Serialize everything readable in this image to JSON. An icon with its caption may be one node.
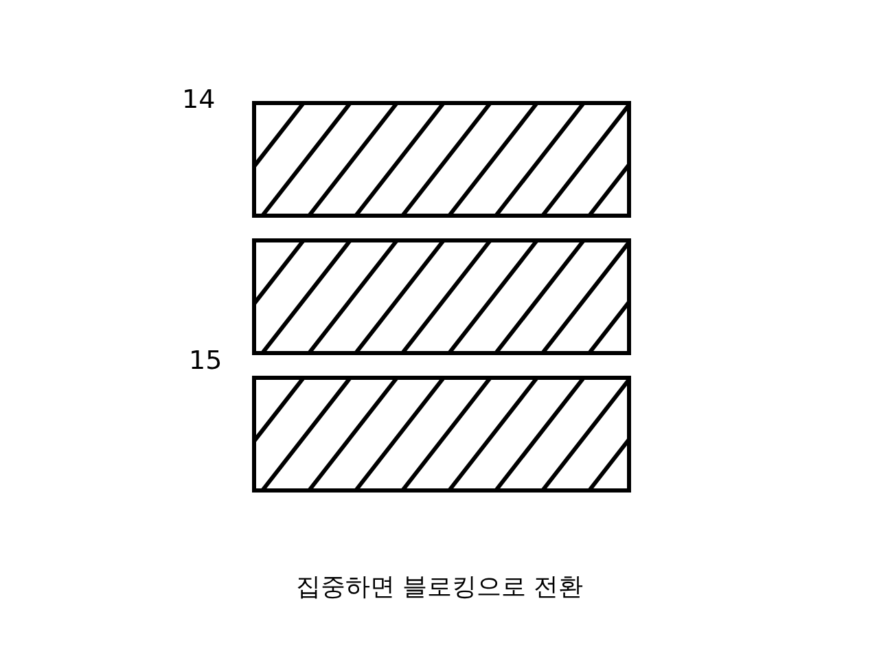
{
  "diagram": {
    "caption": "집중하면 블로킹으로 전환",
    "nodes": [
      {
        "text": [],
        "shape": "box"
      },
      {
        "text": [],
        "shape": "box"
      },
      {
        "text": [],
        "shape": "box"
      }
    ],
    "edges": [],
    "labels": [
      "14",
      "15"
    ]
  }
}
